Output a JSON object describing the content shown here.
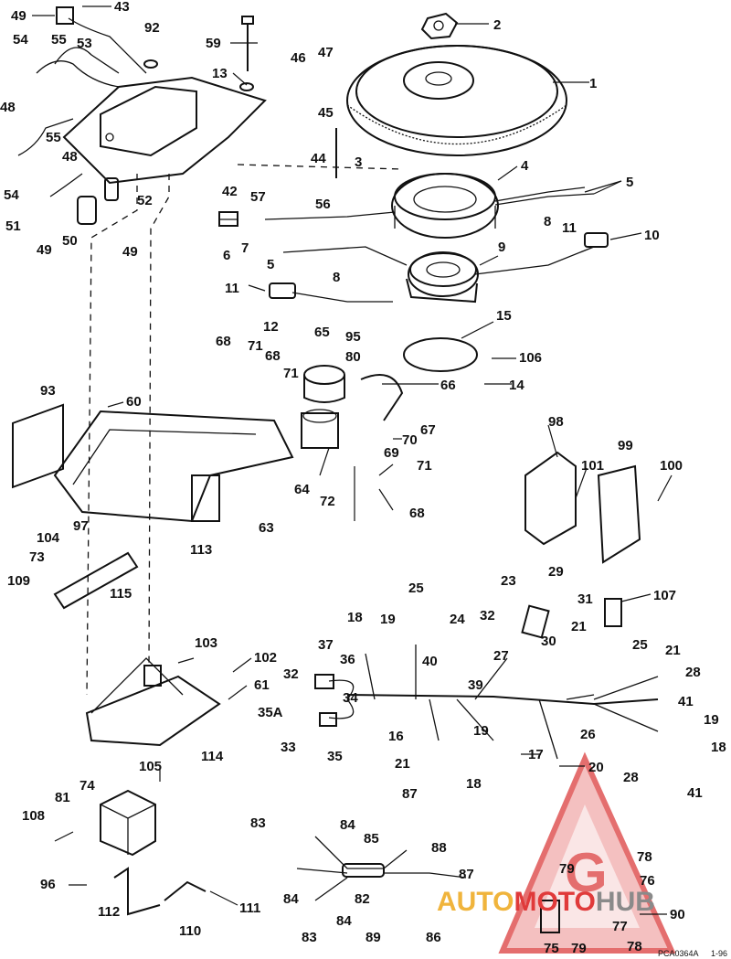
{
  "callouts": [
    {
      "id": "c49a",
      "text": "49"
    },
    {
      "id": "c43",
      "text": "43"
    },
    {
      "id": "c2",
      "text": "2"
    },
    {
      "id": "c54a",
      "text": "54"
    },
    {
      "id": "c55a",
      "text": "55"
    },
    {
      "id": "c53",
      "text": "53"
    },
    {
      "id": "c92",
      "text": "92"
    },
    {
      "id": "c59",
      "text": "59"
    },
    {
      "id": "c47",
      "text": "47"
    },
    {
      "id": "c46",
      "text": "46"
    },
    {
      "id": "c1",
      "text": "1"
    },
    {
      "id": "c48a",
      "text": "48"
    },
    {
      "id": "c13",
      "text": "13"
    },
    {
      "id": "c45",
      "text": "45"
    },
    {
      "id": "c55b",
      "text": "55"
    },
    {
      "id": "c48b",
      "text": "48"
    },
    {
      "id": "c44",
      "text": "44"
    },
    {
      "id": "c3",
      "text": "3"
    },
    {
      "id": "c4",
      "text": "4"
    },
    {
      "id": "c54b",
      "text": "54"
    },
    {
      "id": "c42",
      "text": "42"
    },
    {
      "id": "c52",
      "text": "52"
    },
    {
      "id": "c57",
      "text": "57"
    },
    {
      "id": "c56",
      "text": "56"
    },
    {
      "id": "c5a",
      "text": "5"
    },
    {
      "id": "c51",
      "text": "51"
    },
    {
      "id": "c8a",
      "text": "8"
    },
    {
      "id": "c11a",
      "text": "11"
    },
    {
      "id": "c50",
      "text": "50"
    },
    {
      "id": "c49b",
      "text": "49"
    },
    {
      "id": "c49c",
      "text": "49"
    },
    {
      "id": "c10",
      "text": "10"
    },
    {
      "id": "c6",
      "text": "6"
    },
    {
      "id": "c7",
      "text": "7"
    },
    {
      "id": "c9",
      "text": "9"
    },
    {
      "id": "c5b",
      "text": "5"
    },
    {
      "id": "c8b",
      "text": "8"
    },
    {
      "id": "c11b",
      "text": "11"
    },
    {
      "id": "c12",
      "text": "12"
    },
    {
      "id": "c65",
      "text": "65"
    },
    {
      "id": "c15",
      "text": "15"
    },
    {
      "id": "c95",
      "text": "95"
    },
    {
      "id": "c68a",
      "text": "68"
    },
    {
      "id": "c71a",
      "text": "71"
    },
    {
      "id": "c68b",
      "text": "68"
    },
    {
      "id": "c80",
      "text": "80"
    },
    {
      "id": "c106",
      "text": "106"
    },
    {
      "id": "c71b",
      "text": "71"
    },
    {
      "id": "c66",
      "text": "66"
    },
    {
      "id": "c14",
      "text": "14"
    },
    {
      "id": "c93",
      "text": "93"
    },
    {
      "id": "c60",
      "text": "60"
    },
    {
      "id": "c67",
      "text": "67"
    },
    {
      "id": "c98",
      "text": "98"
    },
    {
      "id": "c70",
      "text": "70"
    },
    {
      "id": "c69",
      "text": "69"
    },
    {
      "id": "c99",
      "text": "99"
    },
    {
      "id": "c71c",
      "text": "71"
    },
    {
      "id": "c101",
      "text": "101"
    },
    {
      "id": "c100",
      "text": "100"
    },
    {
      "id": "c64",
      "text": "64"
    },
    {
      "id": "c72",
      "text": "72"
    },
    {
      "id": "c68c",
      "text": "68"
    },
    {
      "id": "c97",
      "text": "97"
    },
    {
      "id": "c63",
      "text": "63"
    },
    {
      "id": "c113",
      "text": "113"
    },
    {
      "id": "c104",
      "text": "104"
    },
    {
      "id": "c73",
      "text": "73"
    },
    {
      "id": "c109",
      "text": "109"
    },
    {
      "id": "c115",
      "text": "115"
    },
    {
      "id": "c23",
      "text": "23"
    },
    {
      "id": "c29",
      "text": "29"
    },
    {
      "id": "c25a",
      "text": "25"
    },
    {
      "id": "c31",
      "text": "31"
    },
    {
      "id": "c107",
      "text": "107"
    },
    {
      "id": "c32a",
      "text": "32"
    },
    {
      "id": "c18a",
      "text": "18"
    },
    {
      "id": "c19a",
      "text": "19"
    },
    {
      "id": "c24",
      "text": "24"
    },
    {
      "id": "c21a",
      "text": "21"
    },
    {
      "id": "c103",
      "text": "103"
    },
    {
      "id": "c37",
      "text": "37"
    },
    {
      "id": "c30",
      "text": "30"
    },
    {
      "id": "c25b",
      "text": "25"
    },
    {
      "id": "c27",
      "text": "27"
    },
    {
      "id": "c36",
      "text": "36"
    },
    {
      "id": "c40",
      "text": "40"
    },
    {
      "id": "c21b",
      "text": "21"
    },
    {
      "id": "c102",
      "text": "102"
    },
    {
      "id": "c32b",
      "text": "32"
    },
    {
      "id": "c39",
      "text": "39"
    },
    {
      "id": "c28a",
      "text": "28"
    },
    {
      "id": "c61",
      "text": "61"
    },
    {
      "id": "c34",
      "text": "34"
    },
    {
      "id": "c41a",
      "text": "41"
    },
    {
      "id": "c35a",
      "text": "35A"
    },
    {
      "id": "c19b",
      "text": "19"
    },
    {
      "id": "c16",
      "text": "16"
    },
    {
      "id": "c33",
      "text": "33"
    },
    {
      "id": "c35",
      "text": "35"
    },
    {
      "id": "c19c",
      "text": "19"
    },
    {
      "id": "c26",
      "text": "26"
    },
    {
      "id": "c18b",
      "text": "18"
    },
    {
      "id": "c114",
      "text": "114"
    },
    {
      "id": "c17",
      "text": "17"
    },
    {
      "id": "c20",
      "text": "20"
    },
    {
      "id": "c21c",
      "text": "21"
    },
    {
      "id": "c18c",
      "text": "18"
    },
    {
      "id": "c28b",
      "text": "28"
    },
    {
      "id": "c41b",
      "text": "41"
    },
    {
      "id": "c105",
      "text": "105"
    },
    {
      "id": "c74",
      "text": "74"
    },
    {
      "id": "c81",
      "text": "81"
    },
    {
      "id": "c87a",
      "text": "87"
    },
    {
      "id": "c108",
      "text": "108"
    },
    {
      "id": "c83a",
      "text": "83"
    },
    {
      "id": "c84a",
      "text": "84"
    },
    {
      "id": "c85",
      "text": "85"
    },
    {
      "id": "c88",
      "text": "88"
    },
    {
      "id": "c79a",
      "text": "79"
    },
    {
      "id": "c78a",
      "text": "78"
    },
    {
      "id": "c96",
      "text": "96"
    },
    {
      "id": "c87b",
      "text": "87"
    },
    {
      "id": "c76",
      "text": "76"
    },
    {
      "id": "c84b",
      "text": "84"
    },
    {
      "id": "c82",
      "text": "82"
    },
    {
      "id": "c112",
      "text": "112"
    },
    {
      "id": "c111",
      "text": "111"
    },
    {
      "id": "c90",
      "text": "90"
    },
    {
      "id": "c84c",
      "text": "84"
    },
    {
      "id": "c110",
      "text": "110"
    },
    {
      "id": "c77",
      "text": "77"
    },
    {
      "id": "c83b",
      "text": "83"
    },
    {
      "id": "c89",
      "text": "89"
    },
    {
      "id": "c86",
      "text": "86"
    },
    {
      "id": "c75",
      "text": "75"
    },
    {
      "id": "c79b",
      "text": "79"
    },
    {
      "id": "c78b",
      "text": "78"
    }
  ],
  "watermark": {
    "part1": "AUTO",
    "part2": "MOTO",
    "part3": "HUB",
    "logo_letter": "G",
    "color_part1": "#f0b43c",
    "color_part2": "#e03a3a",
    "color_part3": "#8a8a8a"
  },
  "footer": {
    "code": "PCA0364A",
    "date": "1-96"
  }
}
